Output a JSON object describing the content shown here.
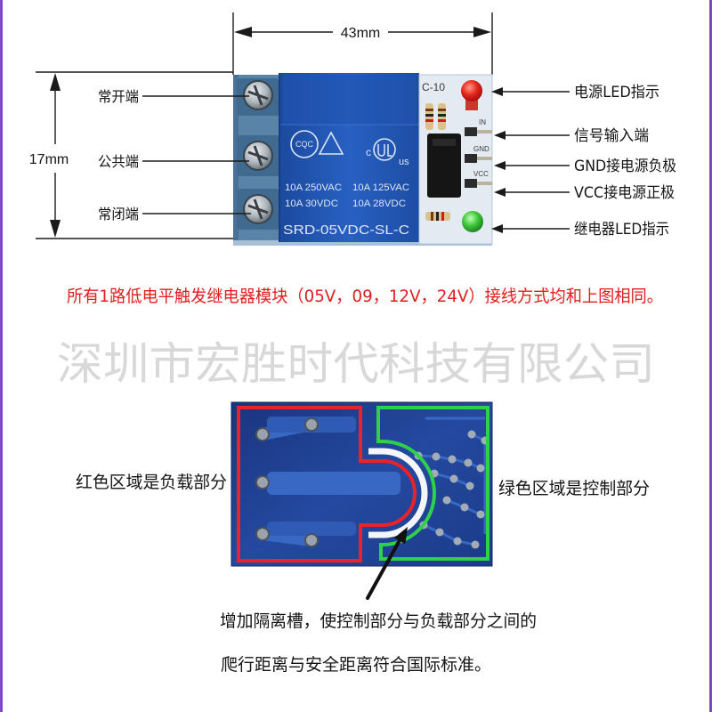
{
  "dimensions": {
    "width": "43mm",
    "height": "17mm"
  },
  "terminals": [
    {
      "label": "常开端"
    },
    {
      "label": "公共端"
    },
    {
      "label": "常闭端"
    }
  ],
  "callouts": [
    {
      "label": "电源LED指示"
    },
    {
      "label": "信号输入端"
    },
    {
      "label": "GND接电源负极"
    },
    {
      "label": "VCC接电源正极"
    },
    {
      "label": "继电器LED指示"
    }
  ],
  "relay": {
    "cert_mark": "CQC",
    "ul_prefix": "c",
    "ul_suffix": "us",
    "ratings": [
      "10A 250VAC",
      "10A 125VAC",
      "10A 30VDC",
      "10A 28VDC"
    ],
    "model": "SRD-05VDC-SL-C"
  },
  "module_board": {
    "silkscreen": "C-10",
    "pins": [
      "IN",
      "GND",
      "VCC"
    ]
  },
  "note": "所有1路低电平触发继电器模块（05V，09，12V，24V）接线方式均和上图相同。",
  "watermark": "深圳市宏胜时代科技有限公司",
  "pcb_zones": {
    "load_label": "红色区域是负载部分",
    "control_label": "绿色区域是控制部分"
  },
  "slot_note": {
    "line1": "增加隔离槽，使控制部分与负载部分之间的",
    "line2": "爬行距离与安全距离符合国际标准。"
  },
  "colors": {
    "note_text": "#e01e1e",
    "load_zone": "#e8232a",
    "control_zone": "#2fd04a",
    "watermark": "#d8d8d8",
    "frame": "#7d4bc6"
  }
}
